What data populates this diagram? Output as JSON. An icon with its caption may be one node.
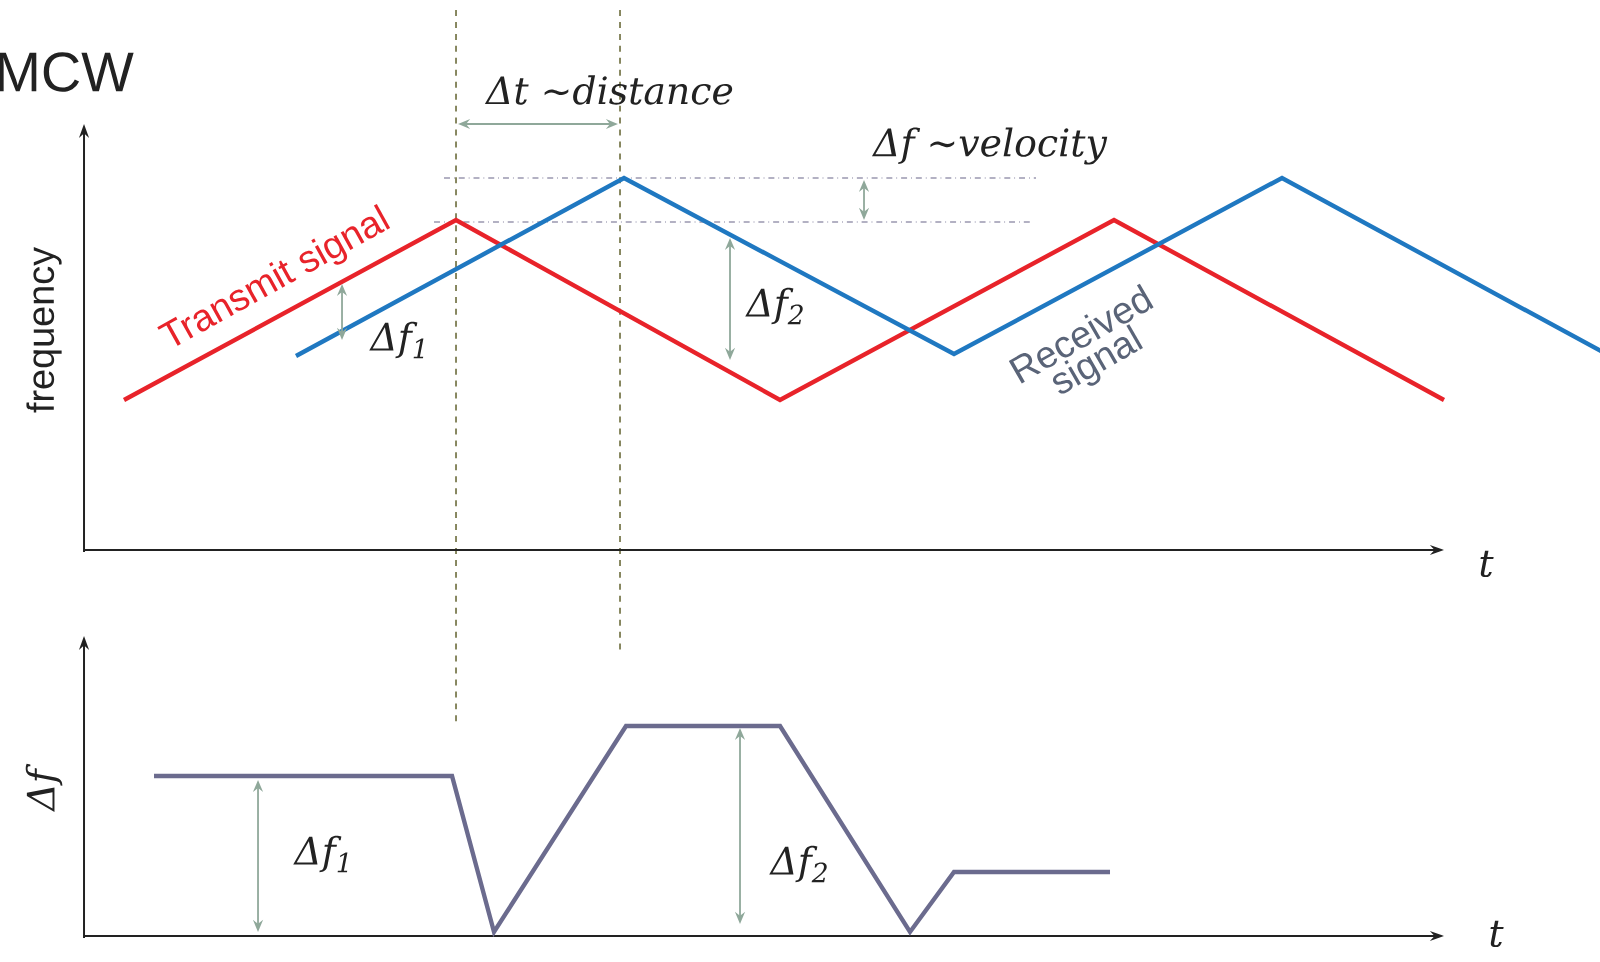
{
  "diagram": {
    "title": "MCW",
    "labels": [
      "Δt ~distance",
      "Δf ~velocity",
      "frequency",
      "Transmit signal",
      "Δf$_{1}$",
      "Δf$_{2}$",
      "Received signal",
      "t",
      "Δf",
      "Δf$_{1}$",
      "Δf$_{2}$",
      "t"
    ]
  }
}
